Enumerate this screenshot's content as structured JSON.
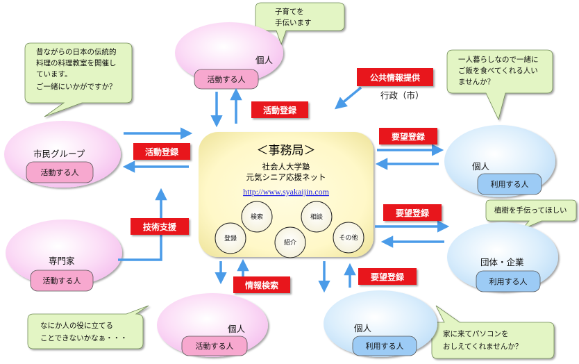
{
  "center": {
    "title": "＜事務局＞",
    "line1": "社会人大学塾",
    "line2": "元気シニア応援ネット",
    "url": "http://www.syakaijin.com",
    "ops": [
      "検索",
      "相談",
      "登録",
      "紹介",
      "その他"
    ]
  },
  "nodes": {
    "top_individual": {
      "label": "個人",
      "pill": "活動する人"
    },
    "citizen_group": {
      "label": "市民グループ",
      "pill": "活動する人"
    },
    "expert": {
      "label": "専門家",
      "pill": "活動する人"
    },
    "bottom_individual": {
      "label": "個人",
      "pill": "活動する人"
    },
    "right_individual": {
      "label": "個人",
      "pill": "利用する人"
    },
    "company": {
      "label": "団体・企業",
      "pill": "利用する人"
    },
    "bottom_right_individual": {
      "label": "個人",
      "pill": "利用する人"
    }
  },
  "government": "行政（市）",
  "tags": {
    "public_info": "公共情報提供",
    "activity_reg_top": "活動登録",
    "activity_reg_left": "活動登録",
    "tech_support": "技術支援",
    "info_search": "情報検索",
    "request_reg_1": "要望登録",
    "request_reg_2": "要望登録",
    "request_reg_3": "要望登録"
  },
  "bubbles": {
    "top": [
      "子育てを",
      "手伝います"
    ],
    "left": [
      "昔ながらの日本の伝統的",
      "料理の料理教室を開催し",
      "ています。",
      "ご一緒にいかがですか？"
    ],
    "right_top": [
      "一人暮らしなので一緒に",
      "ご飯を食べてくれる人い",
      "ませんか？"
    ],
    "right_mid": [
      "植樹を手伝ってほしい"
    ],
    "bottom_left": [
      "なにか人の役に立てる",
      "ことできないかなぁ・・・"
    ],
    "bottom_right": [
      "家に来てパソコンを",
      "おしえてくれませんか？"
    ]
  },
  "colors": {
    "tag_red": "#e8151f",
    "arrow_blue": "#4a9be8",
    "pill_pink": "#f7a8cf",
    "pill_blue": "#9ccbf5",
    "bubble_green": "#e3f5c4",
    "ellipse_pink": "#f8ccf1",
    "ellipse_blue": "#cfe7fb",
    "center_fill": "#fffbd2"
  }
}
